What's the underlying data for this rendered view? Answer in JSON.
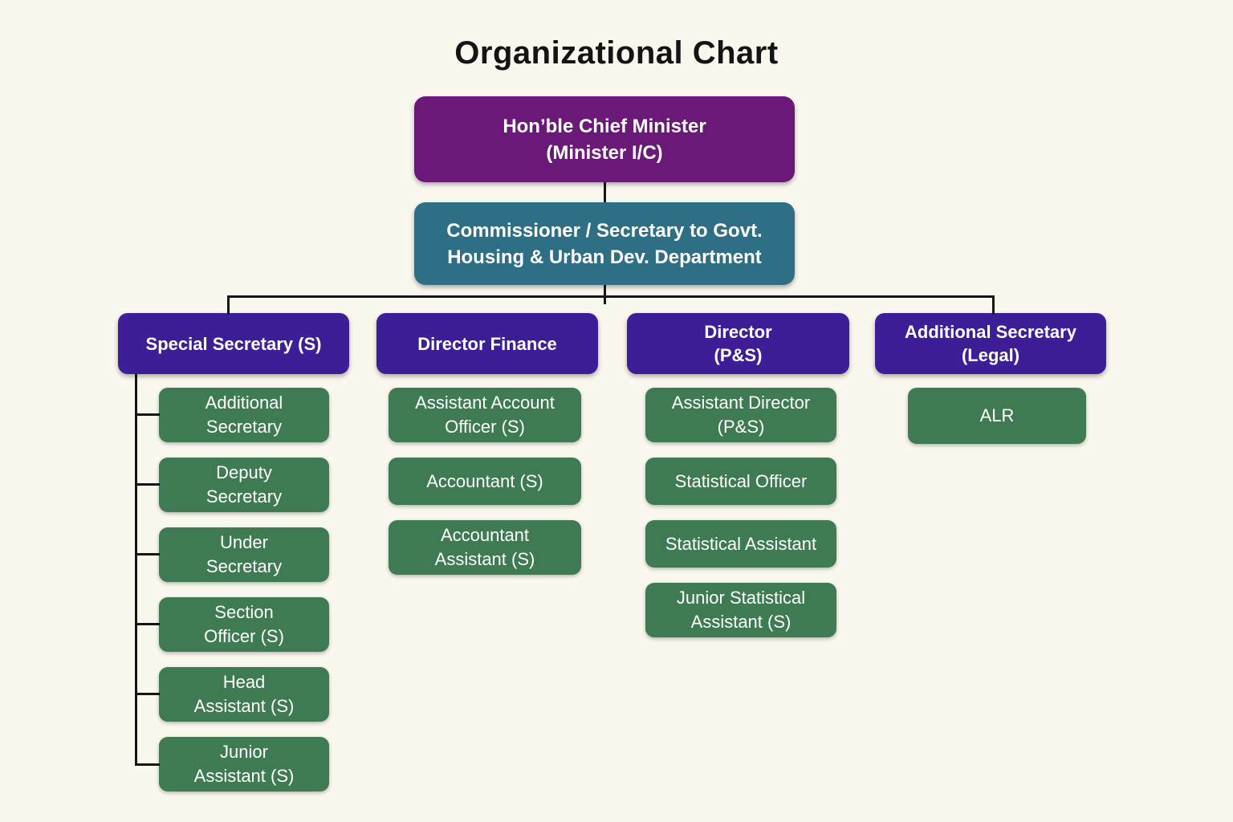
{
  "title": "Organizational Chart",
  "root": {
    "lines": [
      "Hon’ble Chief Minister",
      "(Minister I/C)"
    ]
  },
  "secondary": {
    "lines": [
      "Commissioner / Secretary to Govt.",
      "Housing & Urban Dev. Department"
    ]
  },
  "branches": [
    {
      "header": {
        "lines": [
          "Special Secretary (S)"
        ]
      },
      "children": [
        {
          "lines": [
            "Additional",
            "Secretary"
          ]
        },
        {
          "lines": [
            "Deputy",
            "Secretary"
          ]
        },
        {
          "lines": [
            "Under",
            "Secretary"
          ]
        },
        {
          "lines": [
            "Section",
            "Officer (S)"
          ]
        },
        {
          "lines": [
            "Head",
            "Assistant (S)"
          ]
        },
        {
          "lines": [
            "Junior",
            "Assistant (S)"
          ]
        }
      ]
    },
    {
      "header": {
        "lines": [
          "Director Finance"
        ]
      },
      "children": [
        {
          "lines": [
            "Assistant Account",
            "Officer (S)"
          ]
        },
        {
          "lines": [
            "Accountant (S)"
          ]
        },
        {
          "lines": [
            "Accountant",
            "Assistant (S)"
          ]
        }
      ]
    },
    {
      "header": {
        "lines": [
          "Director",
          "(P&S)"
        ]
      },
      "children": [
        {
          "lines": [
            "Assistant Director",
            "(P&S)"
          ]
        },
        {
          "lines": [
            "Statistical Officer"
          ]
        },
        {
          "lines": [
            "Statistical Assistant"
          ]
        },
        {
          "lines": [
            "Junior Statistical",
            "Assistant (S)"
          ]
        }
      ]
    },
    {
      "header": {
        "lines": [
          "Additional Secretary",
          "(Legal)"
        ]
      },
      "children": [
        {
          "lines": [
            "ALR"
          ]
        }
      ]
    }
  ],
  "colors": {
    "background": "#FAF8EE",
    "top_box": "#6B1979",
    "secondary_box": "#2E6F86",
    "branch_header": "#3D1E96",
    "child_box": "#3E7A52",
    "connector": "#161616",
    "box_text": "#FFFFFF",
    "title_text": "#141414"
  }
}
